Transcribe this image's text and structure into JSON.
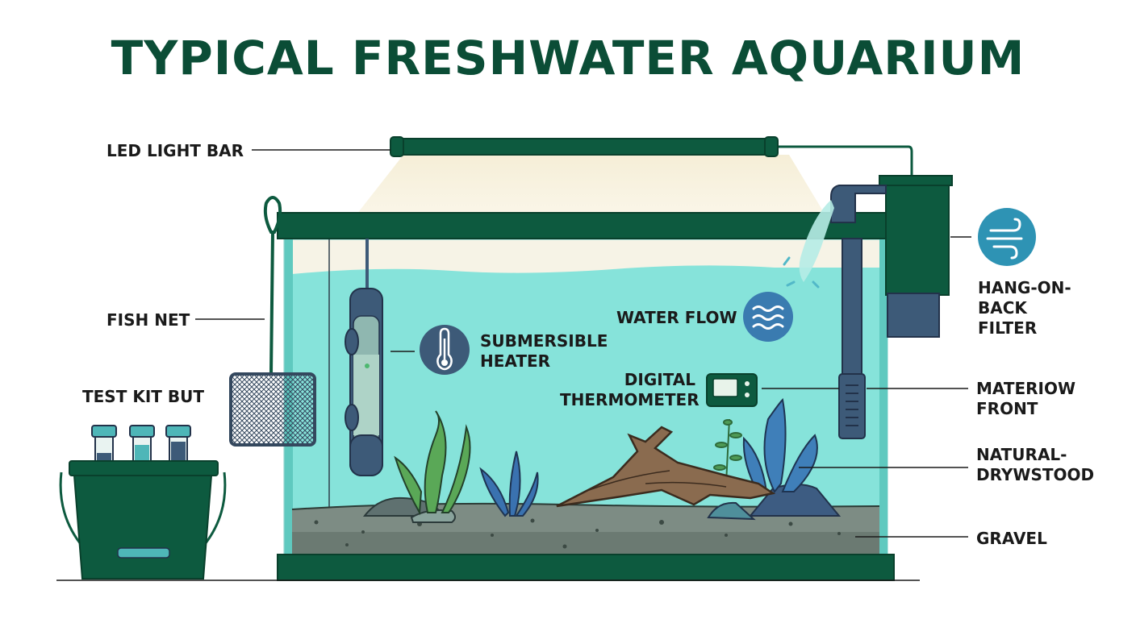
{
  "title": "TYPICAL FRESHWATER AQUARIUM",
  "labels": {
    "led_light_bar": "LED LIGHT BAR",
    "fish_net": "FISH NET",
    "test_kit": "TEST KIT BUT",
    "heater_line1": "SUBMERSIBLE",
    "heater_line2": "HEATER",
    "water_flow": "WATER FLOW",
    "thermometer_line1": "DIGITAL",
    "thermometer_line2": "THERMOMETER",
    "filter_line1": "HANG-ON-",
    "filter_line2": "BACK",
    "filter_line3": "FILTER",
    "intake_line1": "MATERIOW",
    "intake_line2": "FRONT",
    "driftwood_line1": "NATURAL-",
    "driftwood_line2": "DRYWSTOOD",
    "gravel": "GRAVEL"
  },
  "icons": [
    "thermometer-icon",
    "water-flow-icon",
    "wind-icon"
  ],
  "colors": {
    "title": "#0b4d36",
    "frame": "#0d5a3f",
    "water": "#86e3da",
    "gravel": "#7d8c84",
    "equipment": "#3d5a78",
    "icon_circle": "#3a7bb0",
    "filter_circle": "#2e93b4"
  }
}
